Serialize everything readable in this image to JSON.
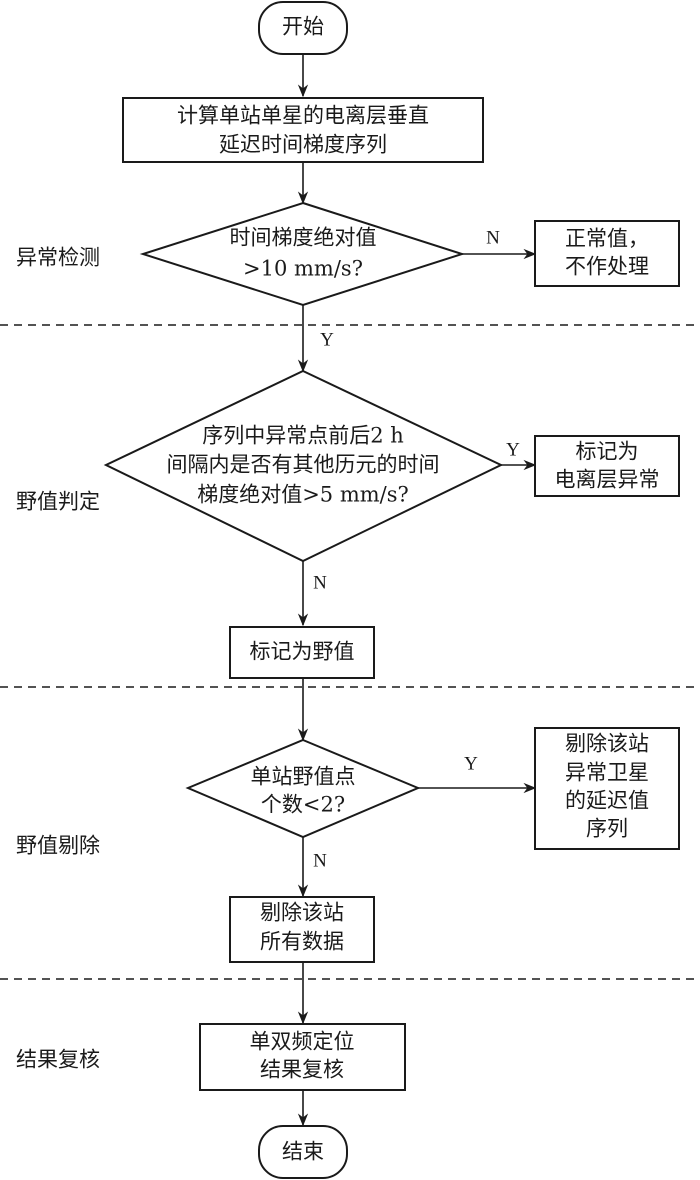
{
  "diagram": {
    "type": "flowchart",
    "phases": [
      {
        "id": "phase-anomaly-detection",
        "label": "异常检测"
      },
      {
        "id": "phase-outlier-judgement",
        "label": "野值判定"
      },
      {
        "id": "phase-outlier-removal",
        "label": "野值剔除"
      },
      {
        "id": "phase-result-review",
        "label": "结果复核"
      }
    ],
    "nodes": {
      "start": {
        "shape": "terminal",
        "lines": [
          "开始"
        ]
      },
      "compute": {
        "shape": "process",
        "lines": [
          "计算单站单星的电离层垂直",
          "延迟时间梯度序列"
        ]
      },
      "check10": {
        "shape": "decision",
        "lines": [
          "时间梯度绝对值",
          ">10 mm/s?"
        ]
      },
      "normal": {
        "shape": "process",
        "lines": [
          "正常值，",
          "不作处理"
        ]
      },
      "check5": {
        "shape": "decision",
        "lines": [
          "序列中异常点前后2 h",
          "间隔内是否有其他历元的时间",
          "梯度绝对值>5 mm/s?"
        ]
      },
      "iono": {
        "shape": "process",
        "lines": [
          "标记为",
          "电离层异常"
        ]
      },
      "outlier": {
        "shape": "process",
        "lines": [
          "标记为野值"
        ]
      },
      "count": {
        "shape": "decision",
        "lines": [
          "单站野值点",
          "个数<2?"
        ]
      },
      "removeSat": {
        "shape": "process",
        "lines": [
          "剔除该站",
          "异常卫星",
          "的延迟值",
          "序列"
        ]
      },
      "removeAll": {
        "shape": "process",
        "lines": [
          "剔除该站",
          "所有数据"
        ]
      },
      "review": {
        "shape": "process",
        "lines": [
          "单双频定位",
          "结果复核"
        ]
      },
      "end": {
        "shape": "terminal",
        "lines": [
          "结束"
        ]
      }
    },
    "edges": [
      {
        "from": "start",
        "to": "compute",
        "label": ""
      },
      {
        "from": "compute",
        "to": "check10",
        "label": ""
      },
      {
        "from": "check10",
        "to": "normal",
        "label": "N"
      },
      {
        "from": "check10",
        "to": "check5",
        "label": "Y"
      },
      {
        "from": "check5",
        "to": "iono",
        "label": "Y"
      },
      {
        "from": "check5",
        "to": "outlier",
        "label": "N"
      },
      {
        "from": "outlier",
        "to": "count",
        "label": ""
      },
      {
        "from": "count",
        "to": "removeSat",
        "label": "Y"
      },
      {
        "from": "count",
        "to": "removeAll",
        "label": "N"
      },
      {
        "from": "removeAll",
        "to": "review",
        "label": ""
      },
      {
        "from": "review",
        "to": "end",
        "label": ""
      }
    ]
  }
}
